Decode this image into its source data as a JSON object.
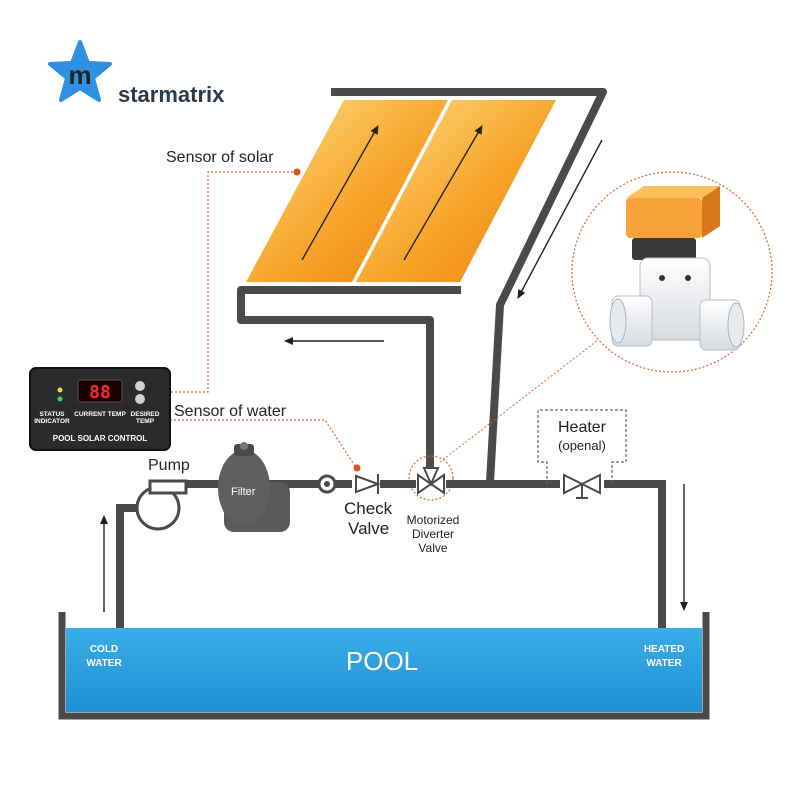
{
  "brand": {
    "logo_letter": "m",
    "name": "starmatrix"
  },
  "labels": {
    "sensor_solar": "Sensor of solar",
    "sensor_water": "Sensor of water",
    "pump": "Pump",
    "filter": "Filter",
    "check_valve_line1": "Check",
    "check_valve_line2": "Valve",
    "diverter_line1": "Motorized",
    "diverter_line2": "Diverter",
    "diverter_line3": "Valve",
    "heater": "Heater",
    "heater_sub": "(openal)",
    "pool": "POOL",
    "cold_line1": "COLD",
    "cold_line2": "WATER",
    "heated_line1": "HEATED",
    "heated_line2": "WATER"
  },
  "control_panel": {
    "display": "88",
    "status_line1": "STATUS",
    "status_line2": "INDICATOR",
    "current_temp": "CURRENT TEMP",
    "desired_line1": "DESIRED",
    "desired_line2": "TEMP",
    "title": "POOL SOLAR CONTROL"
  },
  "colors": {
    "pipe": "#4a4a4a",
    "pool_water": "#2a9fe0",
    "solar_panel_light": "#ffd56a",
    "solar_panel_dark": "#f08a10",
    "sensor_line": "#d26a2a",
    "valve_actuator": "#f08a1c",
    "brand_star": "#2f8fe0"
  }
}
